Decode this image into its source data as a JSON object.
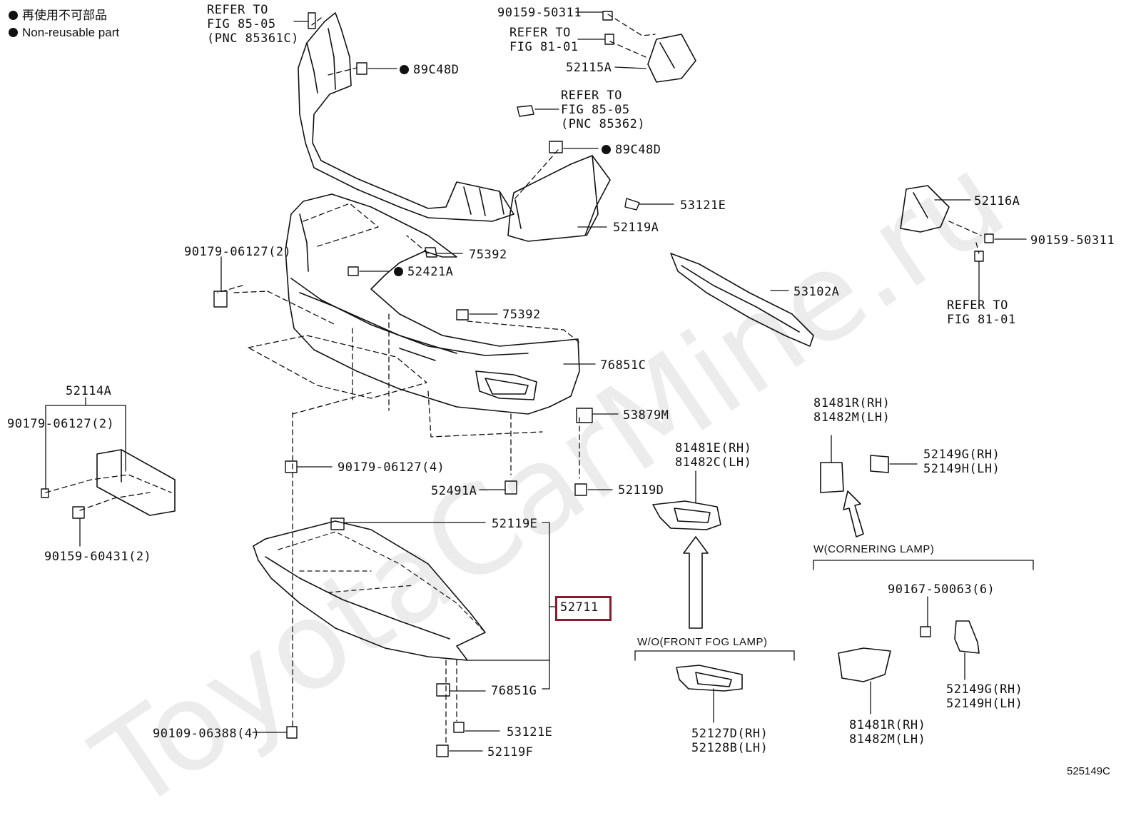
{
  "legend": {
    "row1": "再使用不可部品",
    "row2": "Non-reusable part"
  },
  "watermark": "ToyotaCarMine.ru",
  "figure_id": "525149C",
  "highlight_color": "#8b1a2e",
  "callouts": {
    "refer_a": "REFER TO\nFIG 85-05\n(PNC 85361C)",
    "c_89c48d_a": "89C48D",
    "c_90159_50311_a": "90159-50311",
    "refer_b": "REFER TO\nFIG 81-01",
    "c_52115a": "52115A",
    "refer_c": "REFER TO\nFIG 85-05\n(PNC 85362)",
    "c_89c48d_b": "89C48D",
    "c_53121e_a": "53121E",
    "c_52119a": "52119A",
    "c_52116a": "52116A",
    "c_90159_50311_b": "90159-50311",
    "refer_d": "REFER TO\nFIG 81-01",
    "c_53102a": "53102A",
    "c_90179_06127_2a": "90179-06127(2)",
    "c_75392_a": "75392",
    "c_52421a": "52421A",
    "c_75392_b": "75392",
    "c_76851c": "76851C",
    "c_52114a": "52114A",
    "c_90179_06127_2b": "90179-06127(2)",
    "c_53879m": "53879M",
    "c_90179_06127_4": "90179-06127(4)",
    "c_52491a": "52491A",
    "c_52119d": "52119D",
    "c_90159_60431": "90159-60431(2)",
    "c_52119e": "52119E",
    "c_52711": "52711",
    "c_76851g": "76851G",
    "c_53121e_b": "53121E",
    "c_52119f": "52119F",
    "c_90109_06388": "90109-06388(4)",
    "c_81481e": "81481E(RH)\n81482C(LH)",
    "c_81481r_a": "81481R(RH)\n81482M(LH)",
    "c_52149g_a": "52149G(RH)\n52149H(LH)",
    "w_cornering": "W(CORNERING LAMP)",
    "c_90167": "90167-50063(6)",
    "c_52149g_b": "52149G(RH)\n52149H(LH)",
    "c_81481r_b": "81481R(RH)\n81482M(LH)",
    "wo_fog": "W/O(FRONT FOG LAMP)",
    "c_52127d": "52127D(RH)\n52128B(LH)"
  }
}
